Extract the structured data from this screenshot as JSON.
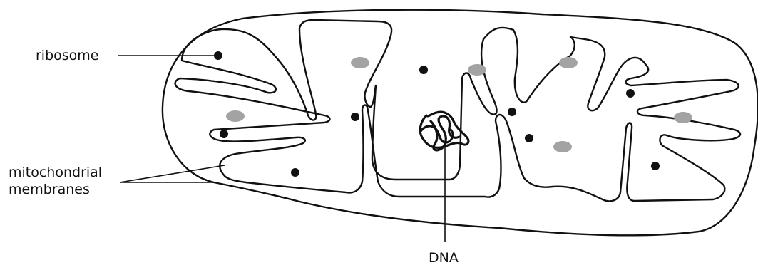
{
  "labels": {
    "ribosome": "ribosome",
    "mito_line1": "mitochondrial",
    "mito_line2": "membranes",
    "dna": "DNA"
  },
  "colors": {
    "outline": "#111111",
    "ribosome_dot": "#111111",
    "granule": "#a3a3a3",
    "background": "#ffffff"
  }
}
